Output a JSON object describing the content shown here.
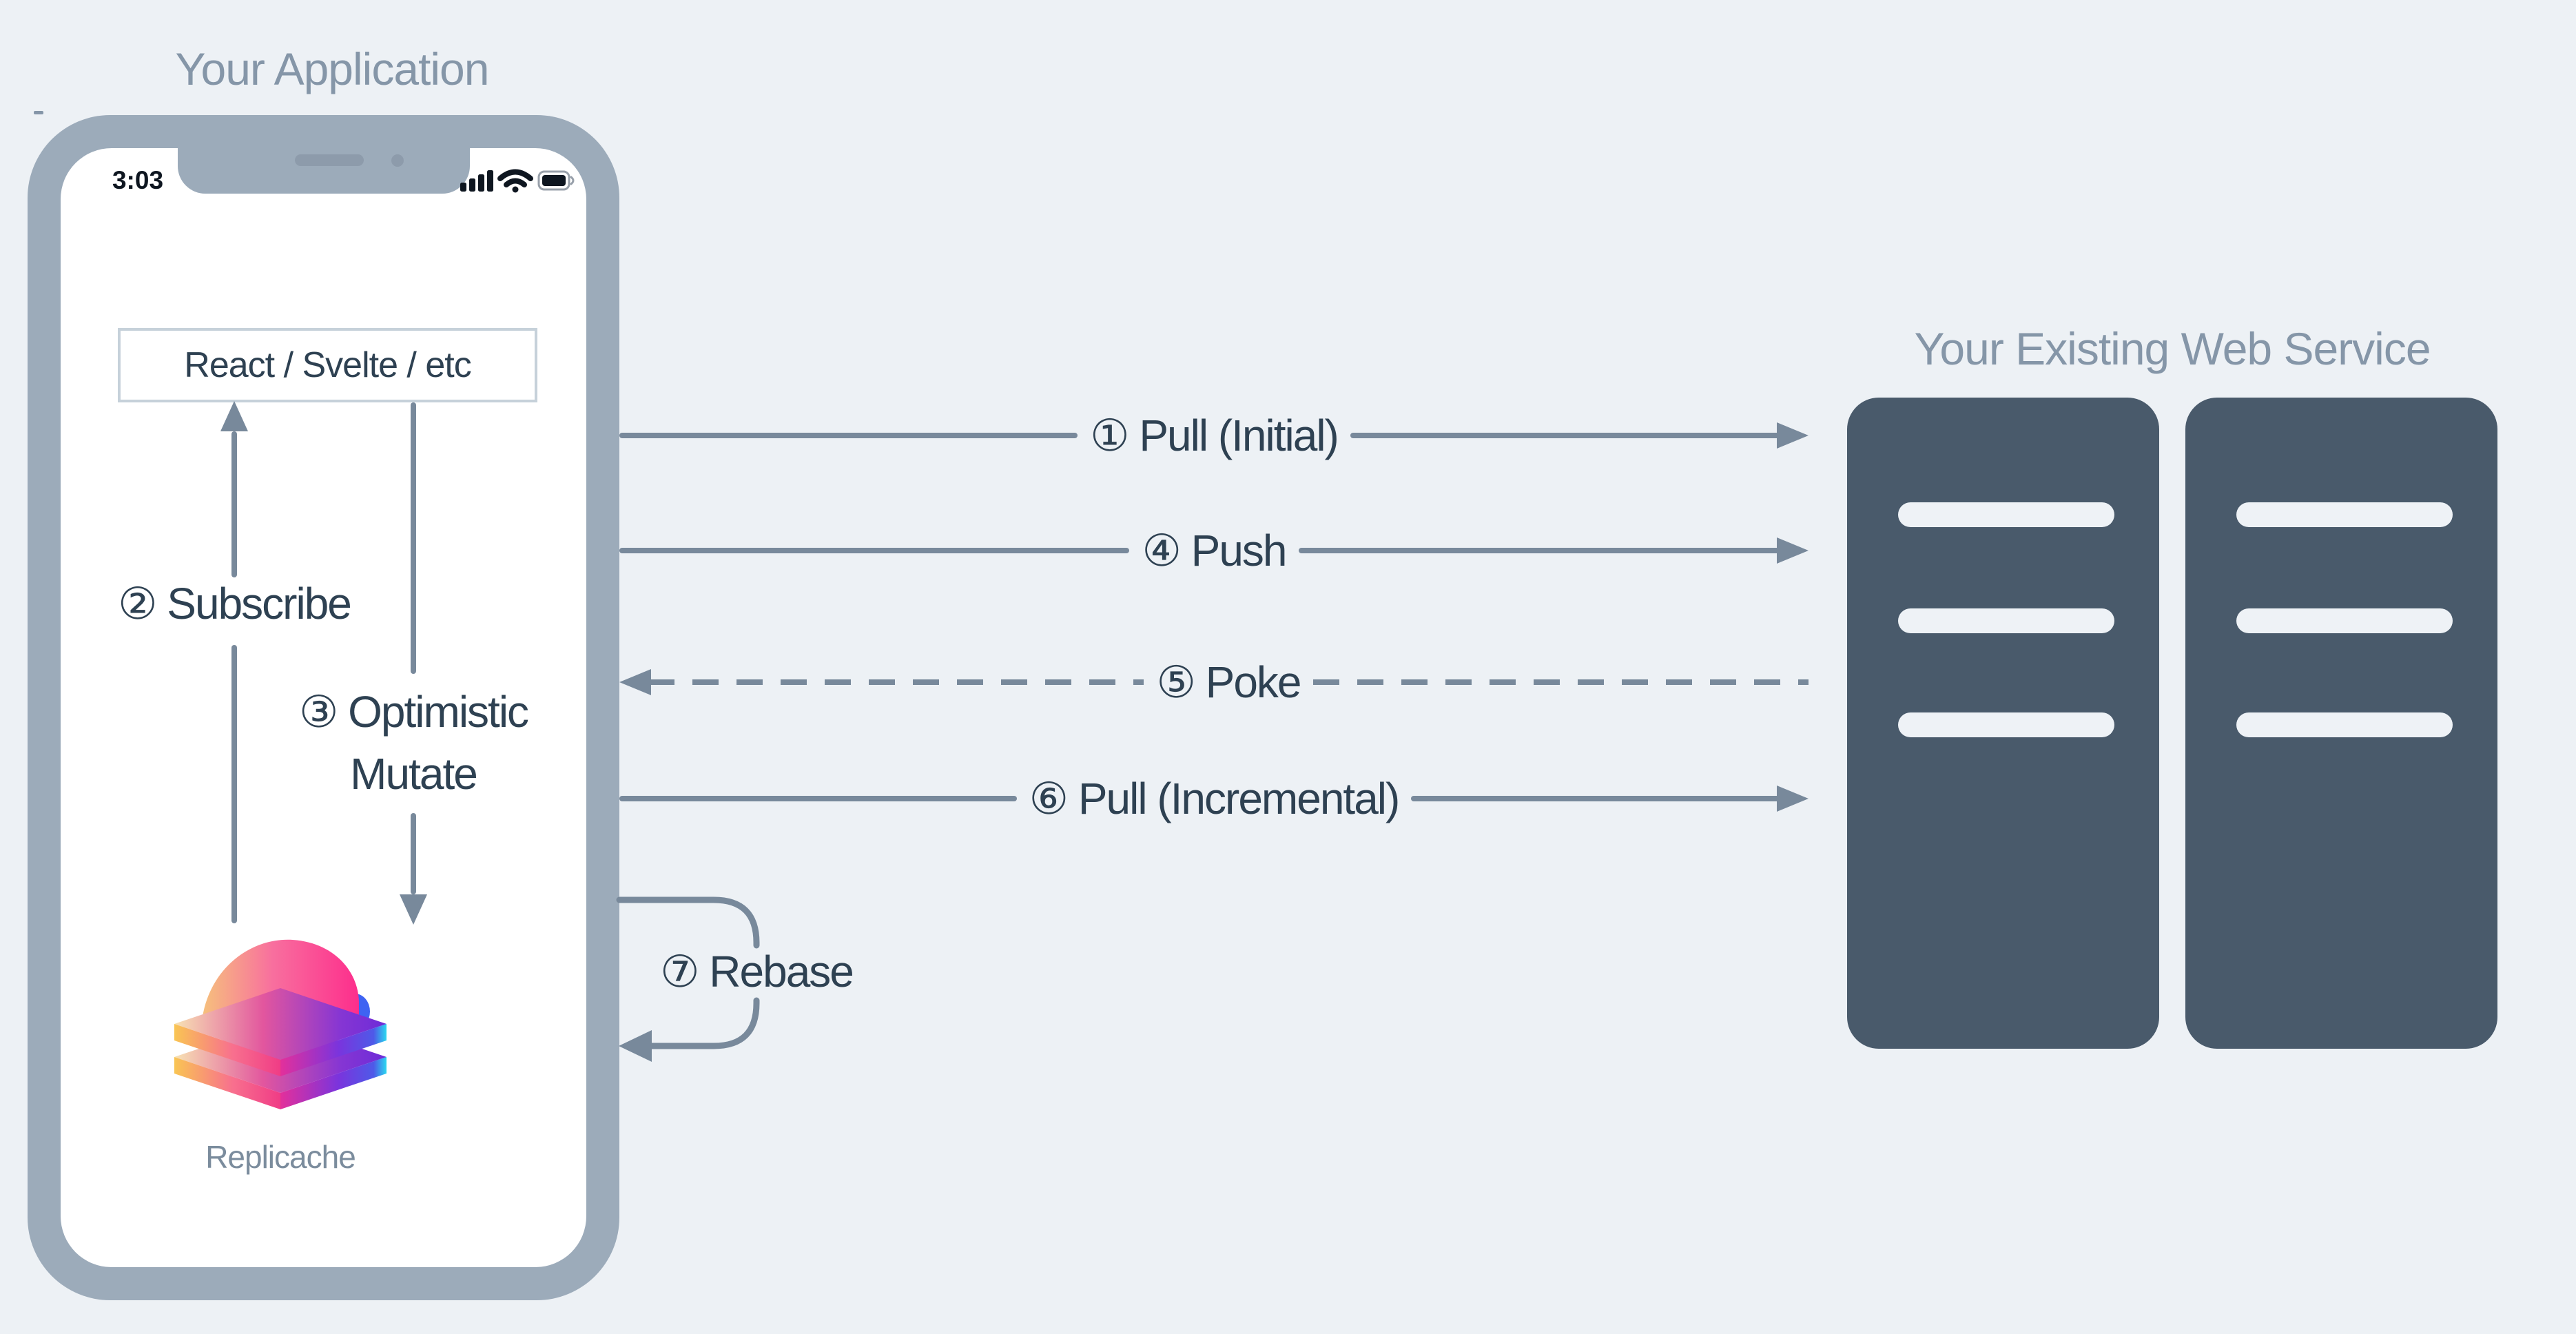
{
  "diagram": {
    "app": {
      "title": "Your Application",
      "phone": {
        "time": "3:03",
        "framework_box": "React / Svelte / etc",
        "logo_caption": "Replicache"
      },
      "internal_flows": {
        "subscribe": "② Subscribe",
        "optimistic_line1": "③ Optimistic",
        "optimistic_line2": "Mutate"
      }
    },
    "service": {
      "title": "Your Existing Web Service",
      "server_count": 2,
      "slots_per_server": 3
    },
    "flows": {
      "pull_initial": "① Pull (Initial)",
      "push": "④ Push",
      "poke": "⑤ Poke",
      "pull_incremental": "⑥ Pull (Incremental)",
      "rebase": "⑦ Rebase"
    },
    "colors": {
      "background": "#edf1f5",
      "phone_bezel": "#9cabba",
      "arrow_gray": "#78899b",
      "label_dark": "#2e4152",
      "heading_gray": "#8596a8",
      "server_dark": "#495a6b",
      "box_border": "#c6d1da",
      "logo_pink": "#fd2e8c",
      "logo_purple": "#7a34dd",
      "logo_yellow": "#f9c553",
      "logo_cyan": "#29d8f0"
    }
  }
}
